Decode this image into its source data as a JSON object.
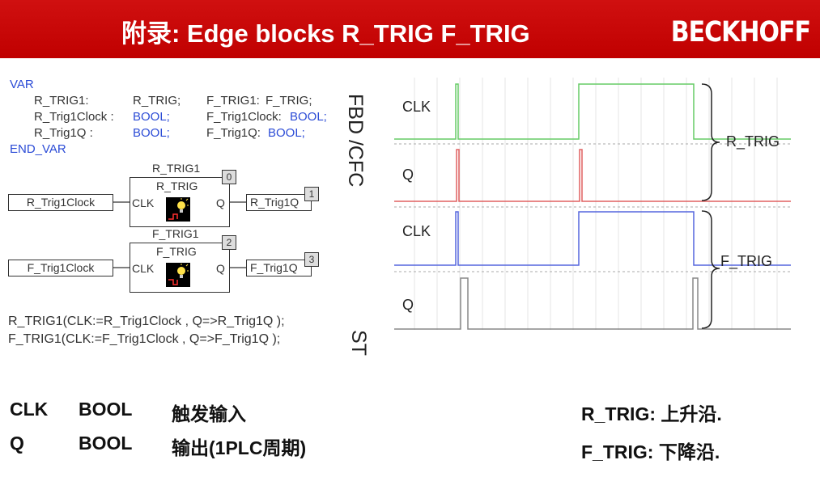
{
  "header": {
    "title": "附录: Edge blocks R_TRIG F_TRIG",
    "logo": "BECKHOFF"
  },
  "var_block": {
    "var_kw": "VAR",
    "end_kw": "END_VAR",
    "rows": [
      {
        "name": "R_TRIG1:",
        "type": "R_TRIG;",
        "name2": "F_TRIG1:",
        "type2": "F_TRIG;"
      },
      {
        "name": "R_Trig1Clock :",
        "type": "BOOL;",
        "name2": "F_Trig1Clock:",
        "type2": "BOOL;"
      },
      {
        "name": "R_Trig1Q :",
        "type": "BOOL;",
        "name2": "F_Trig1Q:",
        "type2": "BOOL;"
      }
    ]
  },
  "fbd": {
    "side_label": "FBD /CFC",
    "blocks": [
      {
        "instance": "R_TRIG1",
        "type": "R_TRIG",
        "in_pin": "CLK",
        "out_pin": "Q",
        "input_var": "R_Trig1Clock",
        "output_var": "R_Trig1Q",
        "block_num": "0",
        "out_num": "1"
      },
      {
        "instance": "F_TRIG1",
        "type": "F_TRIG",
        "in_pin": "CLK",
        "out_pin": "Q",
        "input_var": "F_Trig1Clock",
        "output_var": "F_Trig1Q",
        "block_num": "2",
        "out_num": "3"
      }
    ]
  },
  "st": {
    "side_label": "ST",
    "lines": [
      "R_TRIG1(CLK:=R_Trig1Clock , Q=>R_Trig1Q );",
      "F_TRIG1(CLK:=F_Trig1Clock , Q=>F_Trig1Q );"
    ]
  },
  "timing": {
    "signals": [
      {
        "label": "CLK",
        "color": "#66cc66"
      },
      {
        "label": "Q",
        "color": "#e06060"
      },
      {
        "label": "CLK",
        "color": "#5566dd"
      },
      {
        "label": "Q",
        "color": "#888888"
      }
    ],
    "group_labels": [
      "R_TRIG",
      "F_TRIG"
    ]
  },
  "io_table": [
    {
      "name": "CLK",
      "type": "BOOL",
      "desc": "触发输入"
    },
    {
      "name": "Q",
      "type": "BOOL",
      "desc": "输出(1PLC周期)"
    }
  ],
  "summary": [
    "R_TRIG: 上升沿.",
    "F_TRIG: 下降沿."
  ]
}
